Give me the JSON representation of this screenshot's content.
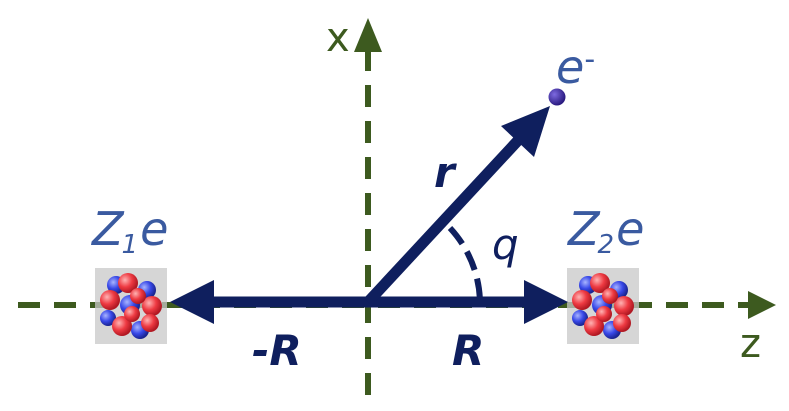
{
  "axes": {
    "x_label": "x",
    "z_label": "z"
  },
  "vectors": {
    "r_label": "r",
    "R_label": "R",
    "minus_R_label": "-R"
  },
  "angle": {
    "label": "q"
  },
  "electron": {
    "base": "e",
    "sup": "-"
  },
  "nuclei": [
    {
      "base": "Z",
      "sub": "1",
      "suffix": "e"
    },
    {
      "base": "Z",
      "sub": "2",
      "suffix": "e"
    }
  ],
  "colors": {
    "axis": "#3d5a1f",
    "vector": "#0f1f5e",
    "nucleus_label": "#3a5aa0",
    "electron": "#3a2a9a",
    "proton": "#e8343c",
    "neutron": "#3a4ce8"
  }
}
